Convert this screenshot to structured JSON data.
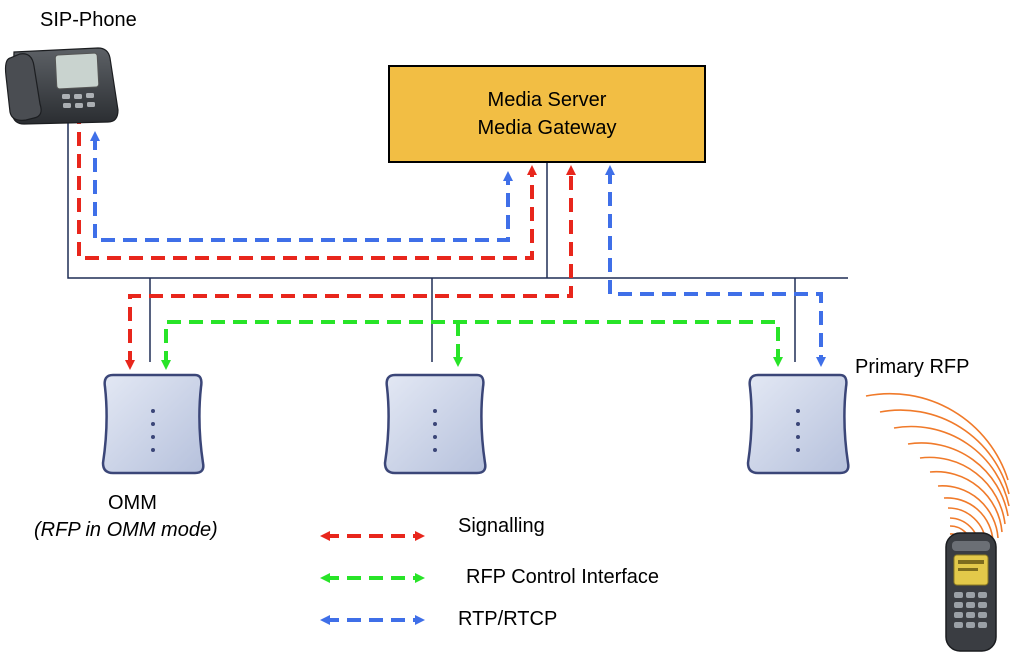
{
  "phone_label": "SIP-Phone",
  "server": {
    "line1": "Media Server",
    "line2": "Media Gateway"
  },
  "rfp_label": "Primary RFP",
  "omm": {
    "title": "OMM",
    "subtitle": "(RFP in OMM mode)"
  },
  "legend": [
    {
      "label": "Signalling",
      "color": "#e8261c"
    },
    {
      "label": "RFP Control Interface",
      "color": "#28e428"
    },
    {
      "label": "RTP/RTCP",
      "color": "#3f6fe8"
    }
  ],
  "colors": {
    "signalling": "#e8261c",
    "control": "#28e428",
    "rtp": "#3f6fe8",
    "server_fill": "#f2be44",
    "rfp_fill": "#c7d0e6",
    "rfp_border": "#3b4678",
    "waves": "#f07a2a"
  }
}
